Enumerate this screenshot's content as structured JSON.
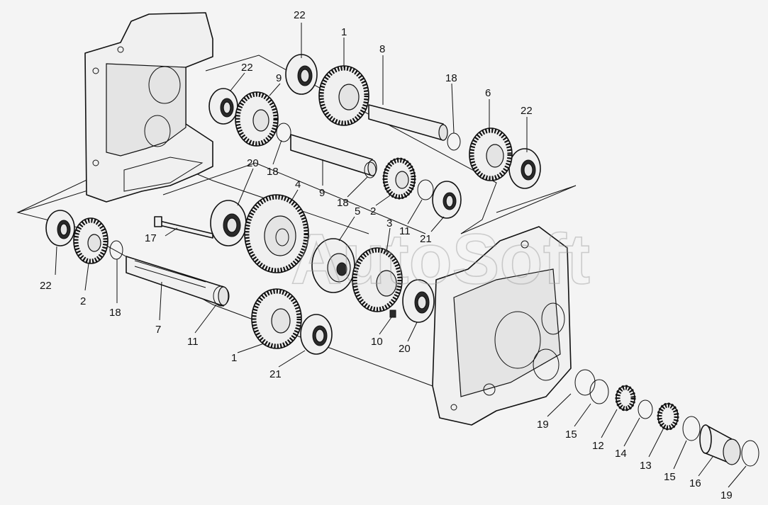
{
  "watermark": "AutoSoft",
  "parts": [
    {
      "id": "p-22-a",
      "label": "22",
      "kind": "bearing"
    },
    {
      "id": "p-1-a",
      "label": "1",
      "kind": "gear"
    },
    {
      "id": "p-8",
      "label": "8",
      "kind": "shaft"
    },
    {
      "id": "p-22-b",
      "label": "22",
      "kind": "bearing"
    },
    {
      "id": "p-9-a",
      "label": "9",
      "kind": "gear"
    },
    {
      "id": "p-18-a",
      "label": "18",
      "kind": "ring"
    },
    {
      "id": "p-6",
      "label": "6",
      "kind": "gear"
    },
    {
      "id": "p-22-c",
      "label": "22",
      "kind": "bearing"
    },
    {
      "id": "p-18-b",
      "label": "18",
      "kind": "ring"
    },
    {
      "id": "p-9-b",
      "label": "9",
      "kind": "shaft"
    },
    {
      "id": "p-20-a",
      "label": "20",
      "kind": "bearing"
    },
    {
      "id": "p-4",
      "label": "4",
      "kind": "gear"
    },
    {
      "id": "p-18-c",
      "label": "18",
      "kind": "ring"
    },
    {
      "id": "p-2-a",
      "label": "2",
      "kind": "gear"
    },
    {
      "id": "p-5",
      "label": "5",
      "kind": "hub"
    },
    {
      "id": "p-3",
      "label": "3",
      "kind": "gear"
    },
    {
      "id": "p-11-a",
      "label": "11",
      "kind": "ring"
    },
    {
      "id": "p-21-a",
      "label": "21",
      "kind": "bearing"
    },
    {
      "id": "p-17",
      "label": "17",
      "kind": "bolt"
    },
    {
      "id": "p-22-d",
      "label": "22",
      "kind": "bearing"
    },
    {
      "id": "p-2-b",
      "label": "2",
      "kind": "gear"
    },
    {
      "id": "p-18-d",
      "label": "18",
      "kind": "ring"
    },
    {
      "id": "p-7",
      "label": "7",
      "kind": "shaft"
    },
    {
      "id": "p-11-b",
      "label": "11",
      "kind": "ring"
    },
    {
      "id": "p-1-b",
      "label": "1",
      "kind": "gear"
    },
    {
      "id": "p-21-b",
      "label": "21",
      "kind": "bearing"
    },
    {
      "id": "p-10",
      "label": "10",
      "kind": "nut"
    },
    {
      "id": "p-20-b",
      "label": "20",
      "kind": "bearing"
    },
    {
      "id": "p-19-a",
      "label": "19",
      "kind": "ring"
    },
    {
      "id": "p-15-a",
      "label": "15",
      "kind": "ring"
    },
    {
      "id": "p-12",
      "label": "12",
      "kind": "gear"
    },
    {
      "id": "p-14",
      "label": "14",
      "kind": "ring"
    },
    {
      "id": "p-13",
      "label": "13",
      "kind": "gear"
    },
    {
      "id": "p-15-b",
      "label": "15",
      "kind": "ring"
    },
    {
      "id": "p-16",
      "label": "16",
      "kind": "bushing"
    },
    {
      "id": "p-19-b",
      "label": "19",
      "kind": "ring"
    }
  ]
}
